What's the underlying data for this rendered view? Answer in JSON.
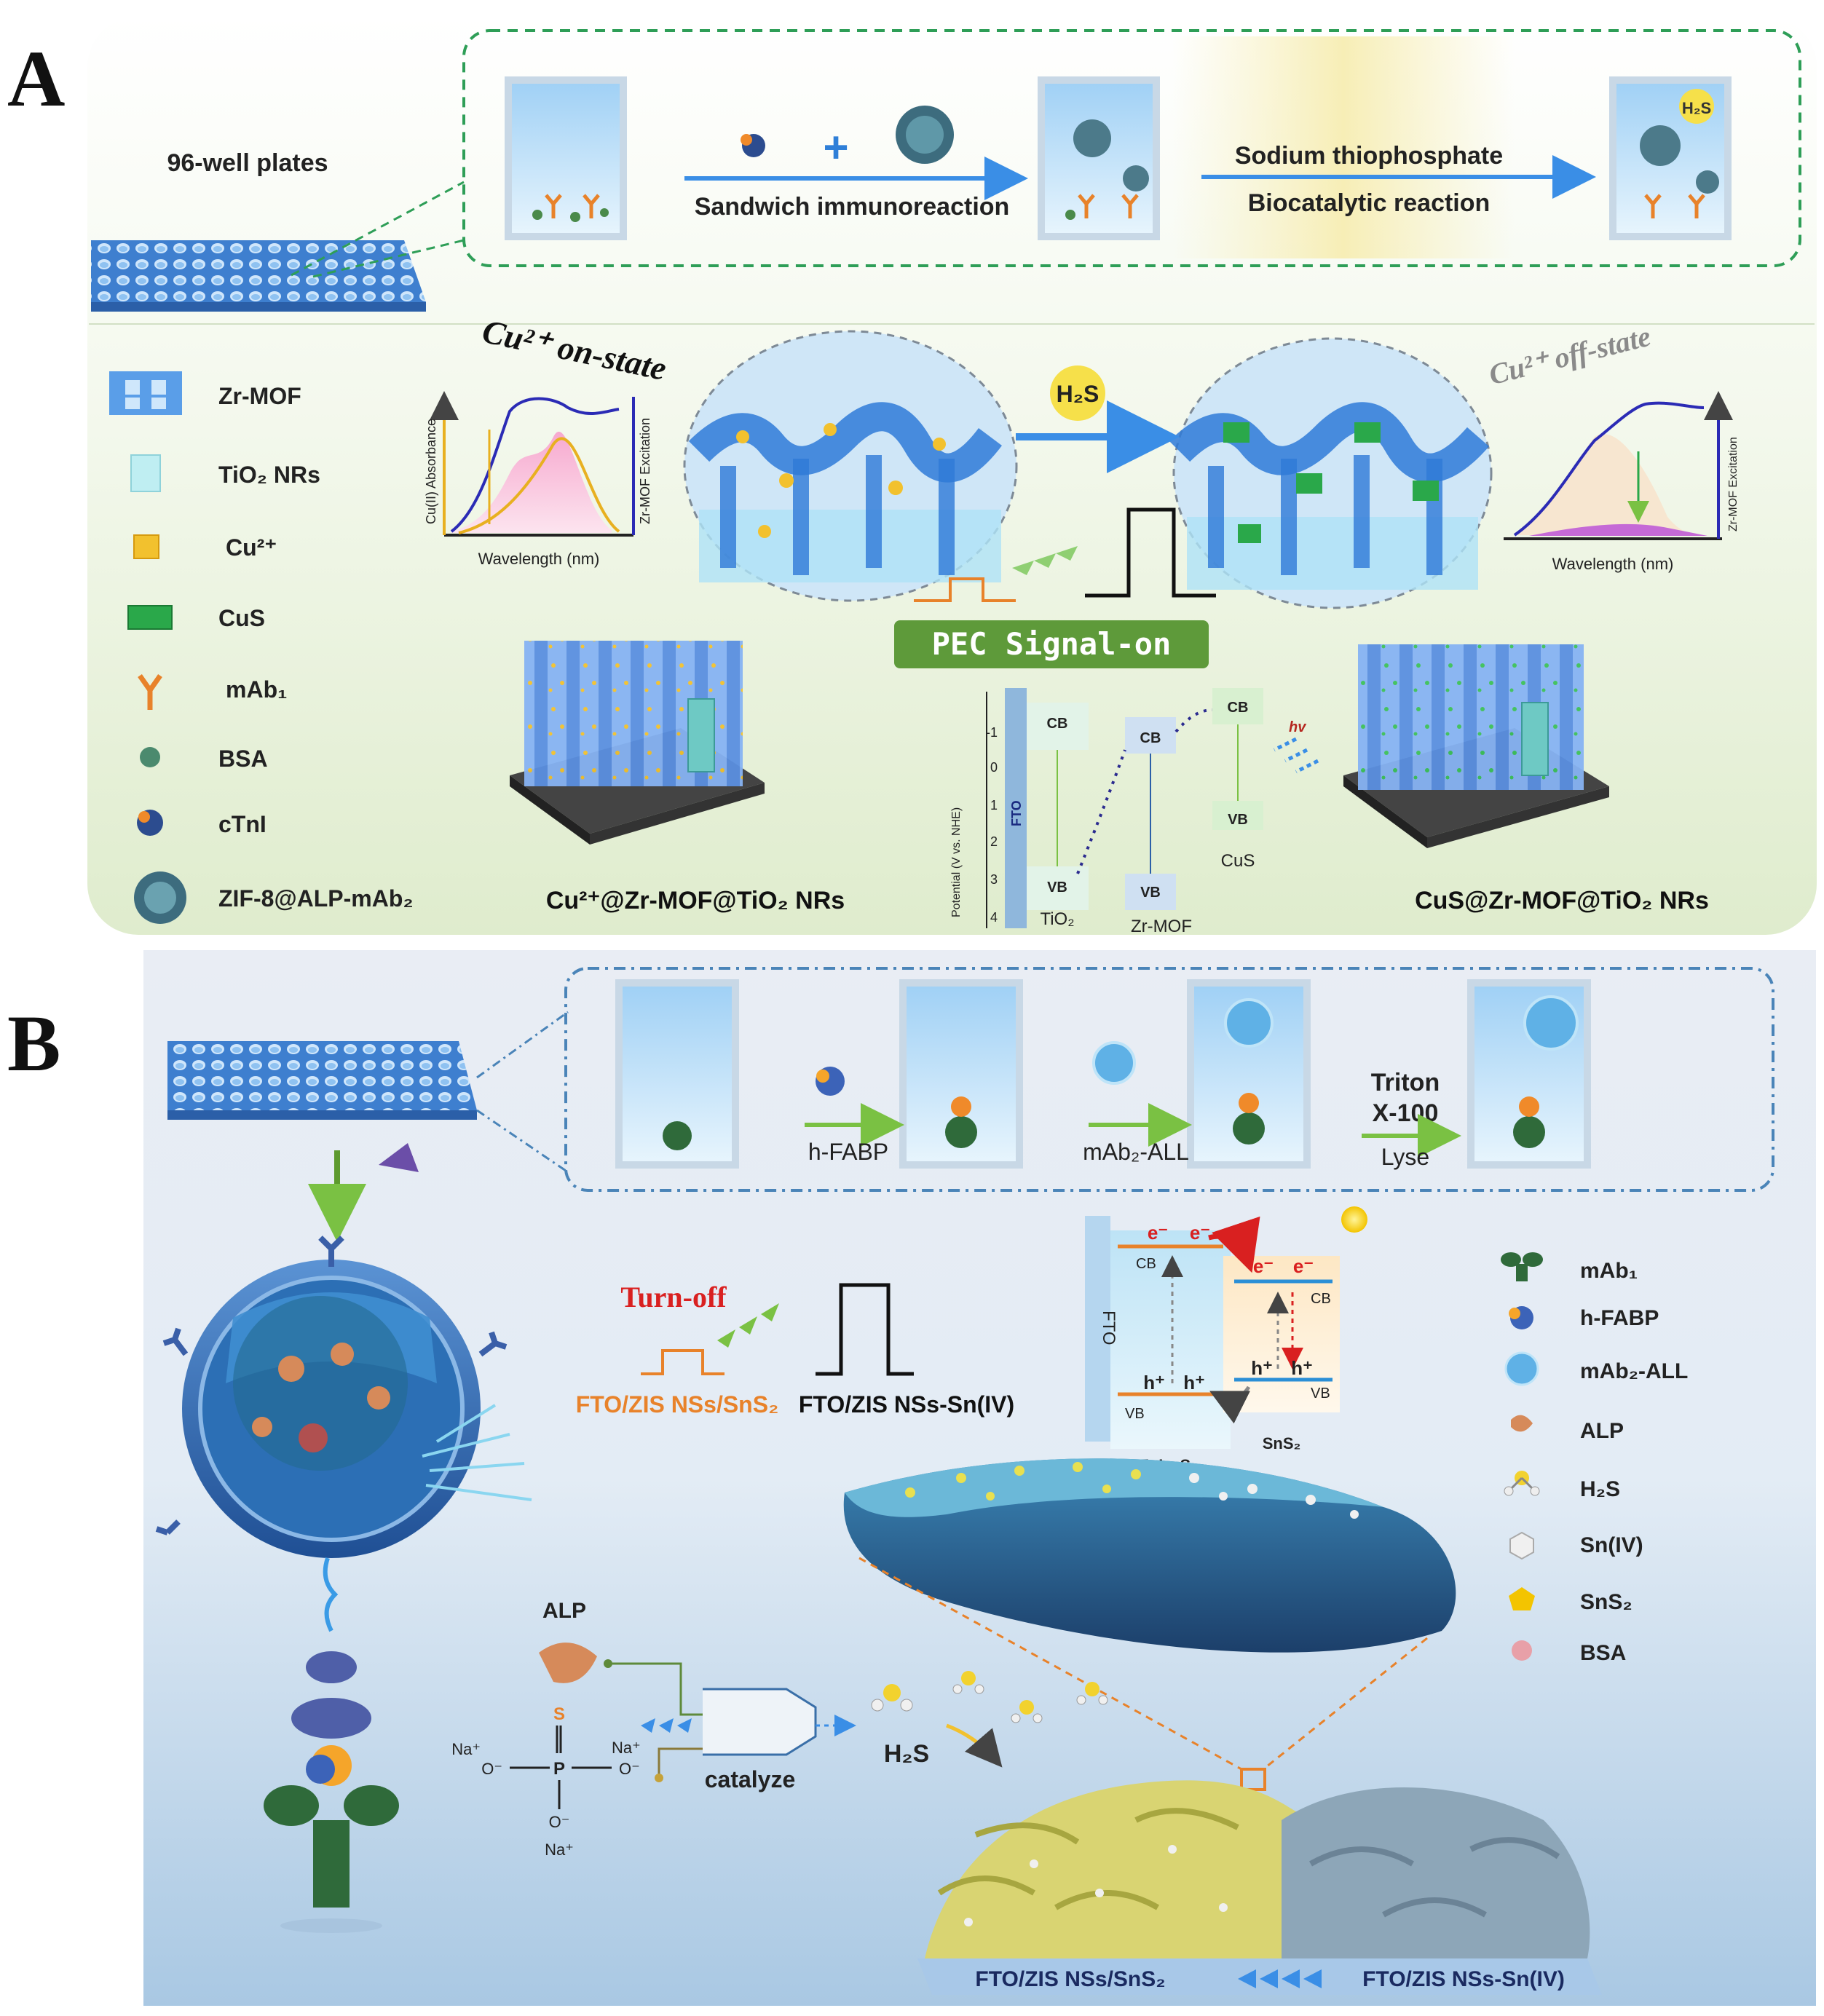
{
  "panel_a": {
    "letter": "A",
    "plate_label": "96-well plates",
    "step1_label": "Sandwich immunoreaction",
    "step2_label_top": "Sodium thiophosphate",
    "step2_label_bottom": "Biocatalytic reaction",
    "h2s_bubble": "H₂S",
    "h2s_arrow": "H₂S",
    "on_state": "Cu²⁺ on-state",
    "off_state": "Cu²⁺ off-state",
    "left_spectrum": {
      "xlabel": "Wavelength (nm)",
      "ylabel_left": "Cu(II) Absorbance",
      "ylabel_right": "Zr-MOF Excitation"
    },
    "right_spectrum": {
      "xlabel": "Wavelength (nm)",
      "ylabel_right": "Zr-MOF Excitation"
    },
    "legend": [
      {
        "label": "Zr-MOF"
      },
      {
        "label": "TiO₂ NRs"
      },
      {
        "label": "Cu²⁺"
      },
      {
        "label": "CuS"
      },
      {
        "label": "mAb₁"
      },
      {
        "label": "BSA"
      },
      {
        "label": "cTnI"
      },
      {
        "label": "ZIF-8@ALP-mAb₂"
      }
    ],
    "pec_badge": "PEC Signal-on",
    "left_electrode": "Cu²⁺@Zr-MOF@TiO₂ NRs",
    "right_electrode": "CuS@Zr-MOF@TiO₂ NRs",
    "energy": {
      "ylabel": "Potential (V vs. NHE)",
      "ticks": [
        "-1",
        "0",
        "1",
        "2",
        "3",
        "4"
      ],
      "fto": "FTO",
      "cb": "CB",
      "vb": "VB",
      "hv": "hv",
      "tio2": "TiO₂",
      "zrmof": "Zr-MOF",
      "cus": "CuS"
    }
  },
  "panel_b": {
    "letter": "B",
    "step1": "h-FABP",
    "step2": "mAb₂-ALL",
    "step3_top1": "Triton",
    "step3_top2": "X-100",
    "step3_bottom": "Lyse",
    "turn_off": "Turn-off",
    "left_signal": "FTO/ZIS NSs/SnS₂",
    "right_signal": "FTO/ZIS NSs-Sn(IV)",
    "band": {
      "fto": "FTO",
      "e1": "e⁻",
      "e2": "e⁻",
      "h1": "h⁺",
      "h2": "h⁺",
      "cb": "CB",
      "vb": "VB",
      "left": "ZnIn₂S₄",
      "right": "SnS₂"
    },
    "legend": [
      {
        "label": "mAb₁"
      },
      {
        "label": "h-FABP"
      },
      {
        "label": "mAb₂-ALL"
      },
      {
        "label": "ALP"
      },
      {
        "label": "H₂S"
      },
      {
        "label": "Sn(IV)"
      },
      {
        "label": "SnS₂"
      },
      {
        "label": "BSA"
      }
    ],
    "alp_label": "ALP",
    "catalyze": "catalyze",
    "h2s": "H₂S",
    "na": "Na⁺",
    "o_minus": "O⁻",
    "p": "P",
    "s": "S",
    "bottom_left": "FTO/ZIS NSs/SnS₂",
    "bottom_right": "FTO/ZIS NSs-Sn(IV)"
  },
  "colors": {
    "well_blue": "#4a90d9",
    "arrow_blue": "#3a8ee6",
    "badge_green": "#5e9a3a",
    "turn_off_red": "#d92020",
    "orange": "#e8822a",
    "cus_green": "#2aa84a",
    "cu_yellow": "#f2c12e"
  }
}
